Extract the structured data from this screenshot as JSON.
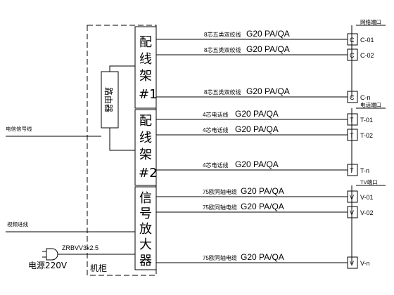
{
  "cabinet": {
    "label": "机柜"
  },
  "panels": {
    "patch1": {
      "chars": [
        "配",
        "线",
        "架",
        "#1"
      ]
    },
    "patch2": {
      "chars": [
        "配",
        "线",
        "架",
        "#2"
      ]
    },
    "amp": {
      "chars": [
        "信",
        "号",
        "放",
        "大",
        "器"
      ]
    },
    "router": {
      "label": "路由器"
    }
  },
  "inputs": {
    "telecom": "电信信号线",
    "video": "视频进线",
    "power_cable": "ZRBVV3x2.5",
    "power_label": "电源220V"
  },
  "groups": [
    {
      "title": "网络端口",
      "letter": "C",
      "lines": [
        {
          "cable": "8芯五类双绞线",
          "spec": "G20 PA/QA",
          "terminal": "C-01"
        },
        {
          "cable": "8芯五类双绞线",
          "spec": "G20 PA/QA",
          "terminal": "C-02"
        },
        {
          "cable": "8芯五类双绞线",
          "spec": "G20 PA/QA",
          "terminal": "C-n"
        }
      ]
    },
    {
      "title": "电话端口",
      "letter": "T",
      "lines": [
        {
          "cable": "4芯电话线",
          "spec": "G20 PA/QA",
          "terminal": "T-01"
        },
        {
          "cable": "4芯电话线",
          "spec": "G20 PA/QA",
          "terminal": "T-02"
        },
        {
          "cable": "4芯电话线",
          "spec": "G20 PA/QA",
          "terminal": "T-n"
        }
      ]
    },
    {
      "title": "TV端口",
      "letter": "V",
      "lines": [
        {
          "cable": "75欧同轴电缆",
          "spec": "G20 PA/QA",
          "terminal": "V-01"
        },
        {
          "cable": "75欧同轴电缆",
          "spec": "G20 PA/QA",
          "terminal": "V-02"
        },
        {
          "cable": "75欧同轴电缆",
          "spec": "G20 PA/QA",
          "terminal": "V-n"
        }
      ]
    }
  ]
}
